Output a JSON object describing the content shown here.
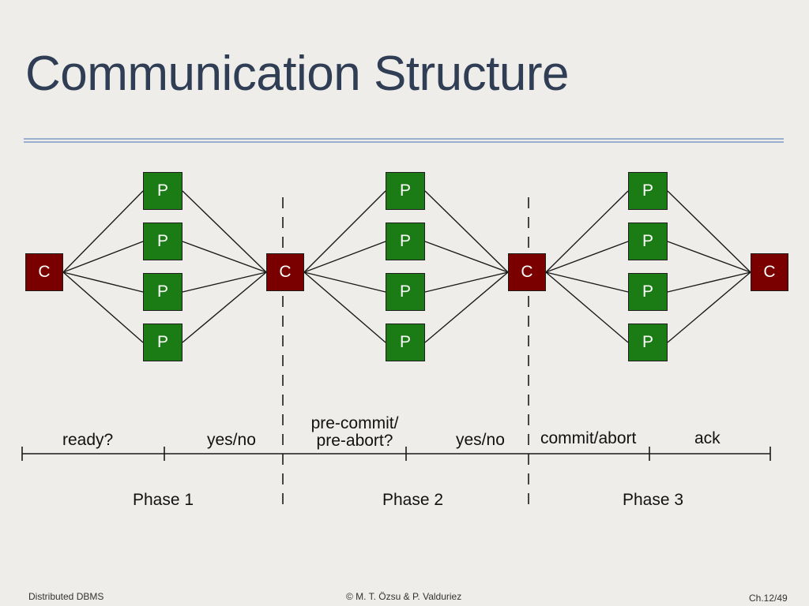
{
  "slide": {
    "title": "Communication Structure"
  },
  "nodes": {
    "participant_label": "P",
    "coordinator_label": "C"
  },
  "timeline": {
    "ready": "ready?",
    "yes_no_1": "yes/no",
    "pre_commit_line1": "pre-commit/",
    "pre_commit_line2": "pre-abort?",
    "yes_no_2": "yes/no",
    "commit_abort": "commit/abort",
    "ack": "ack",
    "phase1": "Phase 1",
    "phase2": "Phase 2",
    "phase3": "Phase 3"
  },
  "footer": {
    "left": "Distributed DBMS",
    "center": "© M. T. Özsu & P. Valduriez",
    "right": "Ch.12/49"
  },
  "colors": {
    "participant": "#1b7c15",
    "coordinator": "#7a0000",
    "title": "#2f3e55",
    "rule": "#9aaed0",
    "background": "#efede9"
  }
}
